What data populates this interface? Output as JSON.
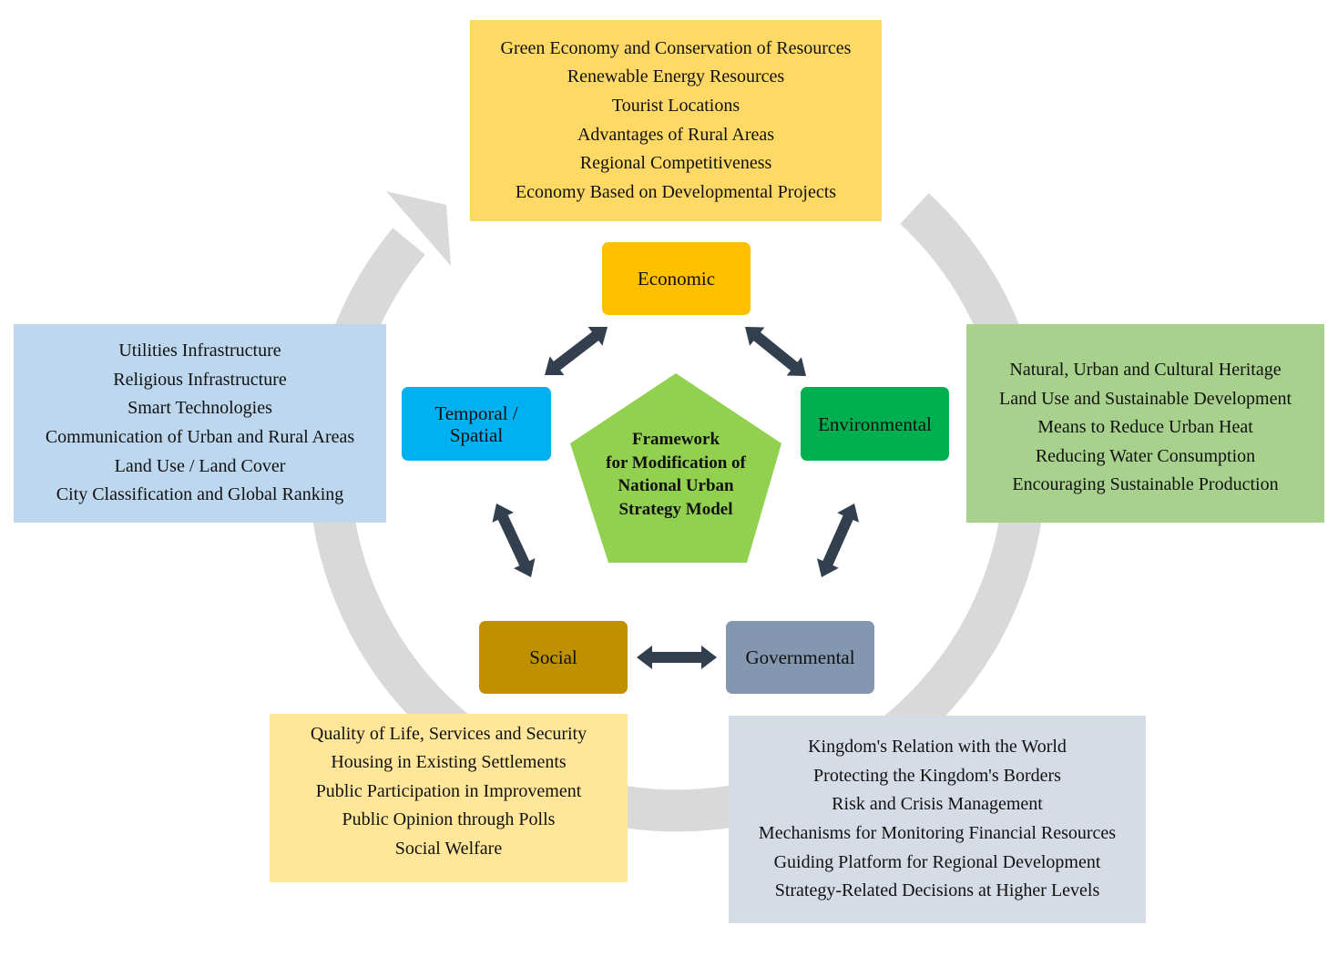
{
  "colors": {
    "ring": "#d9d9d9",
    "connector": "#323f4f",
    "center_pentagon": "#92d050",
    "economic_box": "#ffd966",
    "temporal_box": "#bdd7ee",
    "environmental_box": "#a9d18e",
    "social_box": "#ffe699",
    "governmental_box": "#d6dce5",
    "economic_node": "#ffc000",
    "temporal_node": "#00b0f0",
    "environmental_node": "#00b050",
    "social_node": "#bf9000",
    "governmental_node": "#8497b0"
  },
  "center": {
    "lines": [
      "Framework",
      "for Modification of",
      "National Urban",
      "Strategy Model"
    ]
  },
  "nodes": {
    "economic": "Economic",
    "temporal": [
      "Temporal /",
      "Spatial"
    ],
    "environmental": "Environmental",
    "social": "Social",
    "governmental": "Governmental"
  },
  "boxes": {
    "economic": [
      "Green Economy and Conservation of Resources",
      "Renewable Energy Resources",
      "Tourist Locations",
      "Advantages of Rural Areas",
      "Regional Competitiveness",
      "Economy Based on Developmental Projects"
    ],
    "temporal": [
      "Utilities Infrastructure",
      "Religious Infrastructure",
      "Smart Technologies",
      "Communication of Urban and Rural Areas",
      "Land Use / Land Cover",
      "City Classification and Global Ranking"
    ],
    "environmental": [
      "Natural, Urban and Cultural Heritage",
      "Land Use and Sustainable Development",
      "Means to Reduce Urban Heat",
      "Reducing Water Consumption",
      "Encouraging Sustainable Production"
    ],
    "social": [
      "Quality of Life, Services and Security",
      "Housing in Existing Settlements",
      "Public Participation in Improvement",
      "Public Opinion through Polls",
      "Social Welfare"
    ],
    "governmental": [
      "Kingdom's Relation with the World",
      "Protecting the Kingdom's Borders",
      "Risk and Crisis Management",
      "Mechanisms for Monitoring Financial Resources",
      "Guiding Platform for Regional Development",
      "Strategy-Related Decisions at Higher Levels"
    ]
  }
}
